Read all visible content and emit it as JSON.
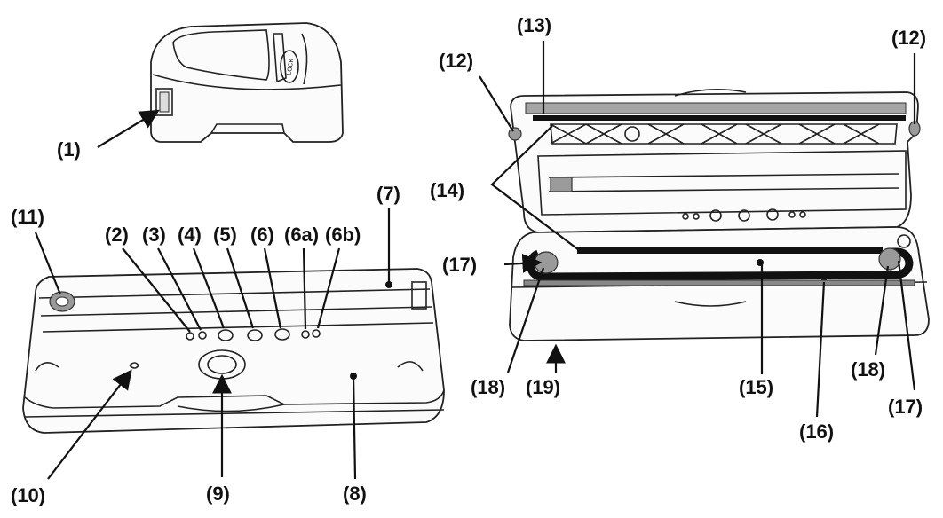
{
  "callouts": {
    "c1": "(1)",
    "c2": "(2)",
    "c3": "(3)",
    "c4": "(4)",
    "c5": "(5)",
    "c6": "(6)",
    "c6a": "(6a)",
    "c6b": "(6b)",
    "c7": "(7)",
    "c8": "(8)",
    "c9": "(9)",
    "c10": "(10)",
    "c11": "(11)",
    "c12": "(12)",
    "c13": "(13)",
    "c14": "(14)",
    "c15": "(15)",
    "c16": "(16)",
    "c17": "(17)",
    "c18": "(18)",
    "c19": "(19)"
  },
  "device_text": {
    "lock": "LOCK"
  }
}
